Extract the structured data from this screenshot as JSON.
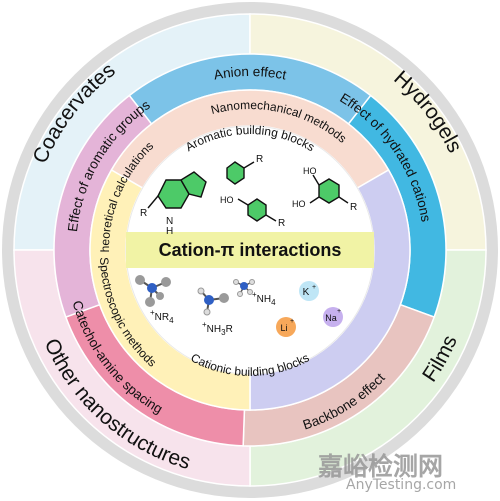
{
  "outer_ring": {
    "coacervates": "Coacervates",
    "hydrogels": "Hydrogels",
    "films": "Films",
    "other_nanostructures": "Other nanostructures"
  },
  "middle_ring": {
    "anion_effect": "Anion effect",
    "hydrated_cations": "Effect of hydrated cations",
    "catechol_amine": "Catechol-amine spacing",
    "backbone": "Backbone effect",
    "aromatic_groups": "Effect of aromatic groups"
  },
  "inner_ring": {
    "nanomechanical": "Nanomechanical methods",
    "spectroscopic": "Spectroscopic methods",
    "theoretical": "Theoretical calculations"
  },
  "core": {
    "title": "Cation-π  interactions",
    "aromatic_blocks": "Aromatic building blocks",
    "cationic_blocks": "Cationic building blocks"
  },
  "molecules": {
    "indole_r": "R",
    "indole_nh": "N",
    "indole_h": "H",
    "benzene_r": "R",
    "phenol_ho": "HO",
    "phenol_r": "R",
    "catechol_ho1": "HO",
    "catechol_ho2": "HO",
    "catechol_r": "R",
    "nr4": "NR",
    "nr4_sub": "4",
    "nh4": "NH",
    "nh4_sub": "4",
    "nh3r": "NH",
    "nh3r_sub": "3",
    "nh3r_r": "R",
    "k_ion": "K",
    "na_ion": "Na",
    "li_ion": "Li",
    "plus": "+"
  },
  "watermark": {
    "cn": "嘉峪检测网",
    "en": "AnyTesting.com"
  },
  "colors": {
    "outer_ring": "#dcdcdc",
    "coacervates_sector": "#e4f2f8",
    "hydrogels_sector": "#f6f4dd",
    "films_sector": "#f7e3ec",
    "other_sector": "#e2f2dc",
    "anion": "#7cc3e8",
    "hydrated": "#41b8e2",
    "catechol": "#e8c4c0",
    "backbone": "#ee8ea9",
    "aromatic": "#e4b4d8",
    "nanomechanical": "#f8dcd0",
    "spectroscopic": "#cdcdf1",
    "theoretical": "#fff1b8",
    "core_bar": "#f1f3a5",
    "k_ion": "#bfe6f6",
    "na_ion": "#c6b0ee",
    "li_ion": "#f7a85a"
  }
}
